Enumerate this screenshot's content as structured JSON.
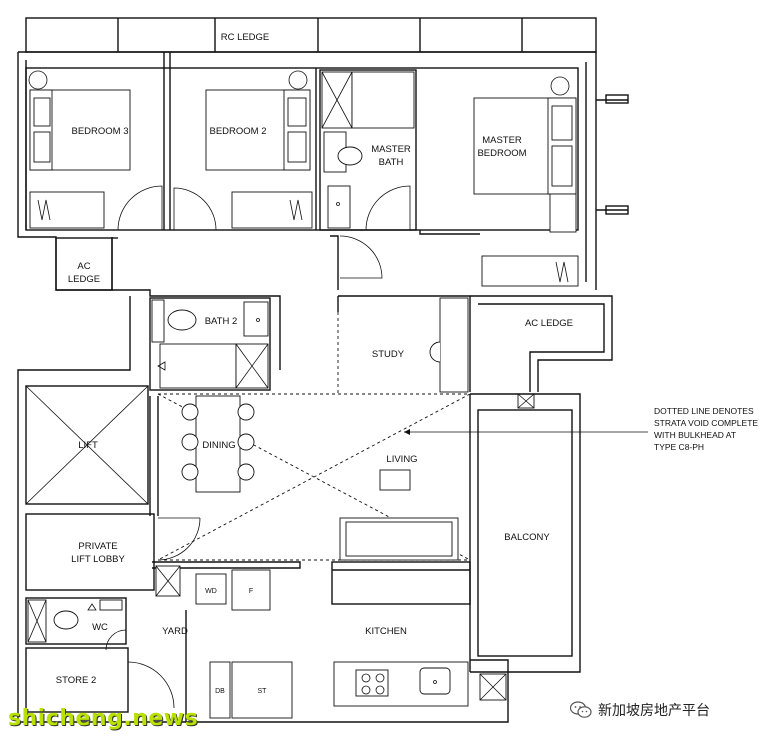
{
  "rooms": {
    "rc_ledge": "RC LEDGE",
    "bedroom3": "BEDROOM 3",
    "bedroom2": "BEDROOM 2",
    "master_bath_1": "MASTER",
    "master_bath_2": "BATH",
    "master_bedroom_1": "MASTER",
    "master_bedroom_2": "BEDROOM",
    "ac_ledge_left_1": "AC",
    "ac_ledge_left_2": "LEDGE",
    "bath2": "BATH 2",
    "study": "STUDY",
    "ac_ledge_right": "AC LEDGE",
    "lift": "LIFT",
    "dining": "DINING",
    "living": "LIVING",
    "balcony": "BALCONY",
    "private_lift_lobby_1": "PRIVATE",
    "private_lift_lobby_2": "LIFT LOBBY",
    "wc": "WC",
    "yard": "YARD",
    "kitchen": "KITCHEN",
    "store2": "STORE 2",
    "wd": "WD",
    "fridge": "F",
    "db": "DB",
    "st": "ST"
  },
  "note": {
    "line1": "DOTTED LINE DENOTES",
    "line2": "STRATA VOID COMPLETE",
    "line3": "WITH BULKHEAD AT",
    "line4": "TYPE C8-PH"
  },
  "watermark": "shicheng.news",
  "wechat_account": "新加坡房地产平台",
  "icons": {
    "wechat": "wechat-icon"
  }
}
